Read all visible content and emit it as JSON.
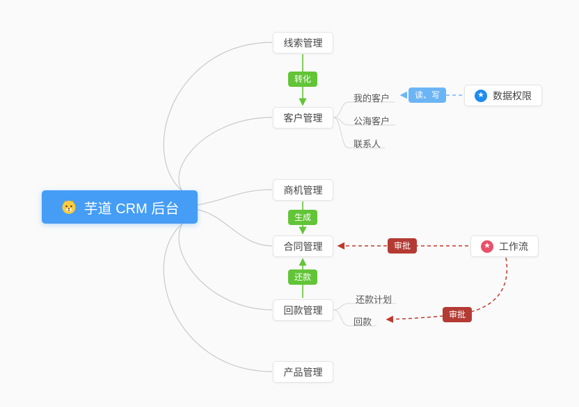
{
  "root": {
    "label": "芋道 CRM 后台",
    "icon": "dog-face-icon",
    "color": "#459df5"
  },
  "branches": [
    {
      "label": "线索管理"
    },
    {
      "label": "客户管理",
      "children": [
        "我的客户",
        "公海客户",
        "联系人"
      ]
    },
    {
      "label": "商机管理"
    },
    {
      "label": "合同管理"
    },
    {
      "label": "回款管理",
      "children": [
        "还款计划",
        "回款"
      ]
    },
    {
      "label": "产品管理"
    }
  ],
  "badges": {
    "convert": {
      "label": "转化",
      "color": "#62c437"
    },
    "generate": {
      "label": "生成",
      "color": "#62c437"
    },
    "repay": {
      "label": "还款",
      "color": "#62c437"
    },
    "read_write": {
      "label": "读、写",
      "color": "#6cb5f5"
    },
    "approve_contract": {
      "label": "审批",
      "color": "#b33b34"
    },
    "approve_receivable": {
      "label": "审批",
      "color": "#b33b34"
    }
  },
  "external_nodes": [
    {
      "label": "数据权限",
      "icon": "star-icon",
      "icon_color": "#1e8cf0"
    },
    {
      "label": "工作流",
      "icon": "star-icon",
      "icon_color": "#e8506a"
    }
  ],
  "colors": {
    "background": "#fafafa",
    "connector": "#c9c9c9",
    "green_edge": "#62c437",
    "blue_edge": "#6cb5f5",
    "red_edge": "#c0392b"
  }
}
